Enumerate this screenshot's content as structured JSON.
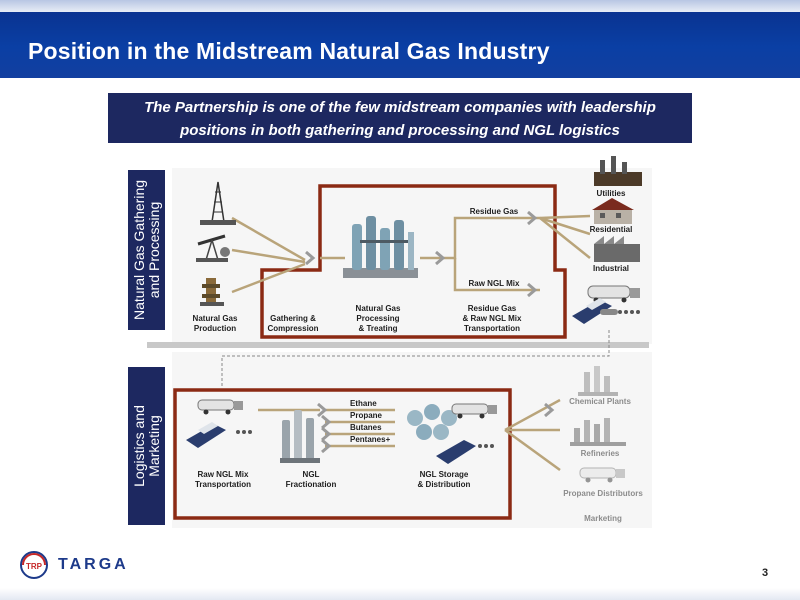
{
  "title": "Position in the Midstream Natural Gas Industry",
  "banner": {
    "line1": "The Partnership is one of the few midstream companies with leadership",
    "line2": "positions in both gathering and processing and NGL logistics"
  },
  "side_labels": {
    "gathering": {
      "line1": "Natural Gas Gathering",
      "line2": "and Processing"
    },
    "logistics": {
      "line1": "Logistics and",
      "line2": "Marketing"
    }
  },
  "top_flow": {
    "stages": [
      {
        "line1": "Natural Gas",
        "line2": "Production"
      },
      {
        "line1": "Gathering &",
        "line2": "Compression"
      },
      {
        "line1": "Natural Gas",
        "line2": "Processing",
        "line3": "& Treating"
      },
      {
        "line1": "Residue Gas",
        "line2": "& Raw NGL Mix",
        "line3": "Transportation"
      }
    ],
    "streams": {
      "residue_gas": "Residue Gas",
      "raw_ngl_mix": "Raw NGL Mix"
    },
    "end_users": [
      "Utilities",
      "Residential",
      "Industrial"
    ]
  },
  "bottom_flow": {
    "stages": [
      {
        "line1": "Raw NGL Mix",
        "line2": "Transportation"
      },
      {
        "line1": "NGL",
        "line2": "Fractionation"
      },
      {
        "line1": "NGL Storage",
        "line2": "& Distribution"
      }
    ],
    "products": [
      "Ethane",
      "Propane",
      "Butanes",
      "Pentanes+"
    ],
    "customers": [
      "Chemical Plants",
      "Refineries",
      "Propane Distributors"
    ],
    "marketing": "Marketing"
  },
  "colors": {
    "box_outline": "#8b2a14",
    "navy": "#1d2860",
    "pipe": "#b9a47a"
  },
  "logo": {
    "name": "TARGA",
    "emblem": "TRP"
  },
  "page_number": "3"
}
